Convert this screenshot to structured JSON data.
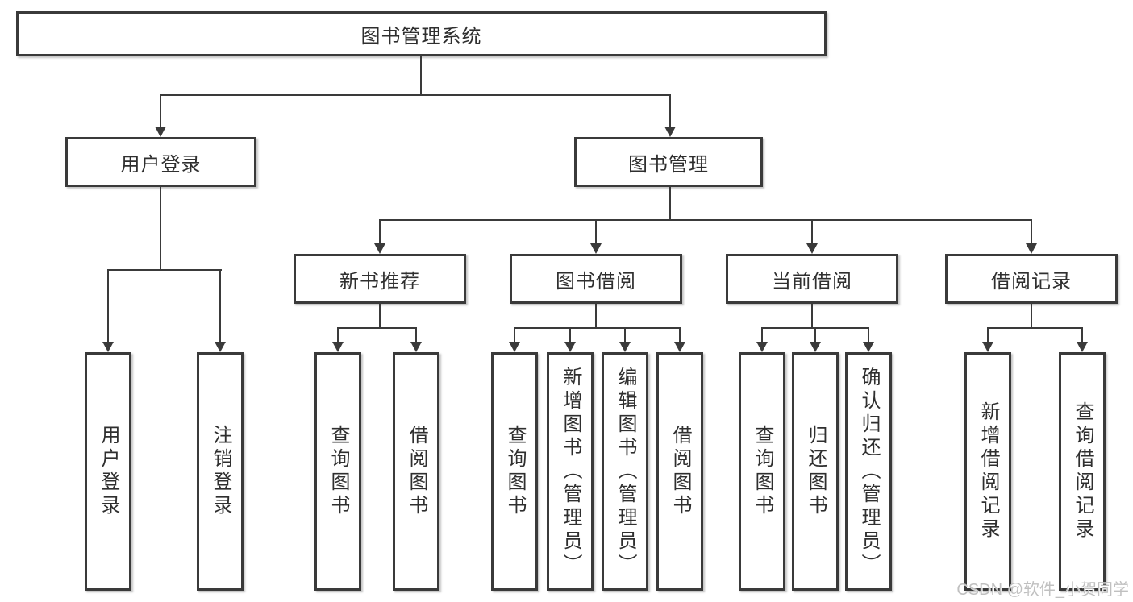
{
  "tree": {
    "root": {
      "label": "图书管理系统",
      "children": [
        {
          "label": "用户登录",
          "children": [
            {
              "label": "用户登录"
            },
            {
              "label": "注销登录"
            }
          ]
        },
        {
          "label": "图书管理",
          "children": [
            {
              "label": "新书推荐",
              "children": [
                {
                  "label": "查询图书"
                },
                {
                  "label": "借阅图书"
                }
              ]
            },
            {
              "label": "图书借阅",
              "children": [
                {
                  "label": "查询图书"
                },
                {
                  "label": "新增图书（管理员）"
                },
                {
                  "label": "编辑图书（管理员）"
                },
                {
                  "label": "借阅图书"
                }
              ]
            },
            {
              "label": "当前借阅",
              "children": [
                {
                  "label": "查询图书"
                },
                {
                  "label": "归还图书"
                },
                {
                  "label": "确认归还（管理员）"
                }
              ]
            },
            {
              "label": "借阅记录",
              "children": [
                {
                  "label": "新增借阅记录"
                },
                {
                  "label": "查询借阅记录"
                }
              ]
            }
          ]
        }
      ]
    }
  },
  "watermark": {
    "text": "CSDN @软件_小贺同学"
  }
}
